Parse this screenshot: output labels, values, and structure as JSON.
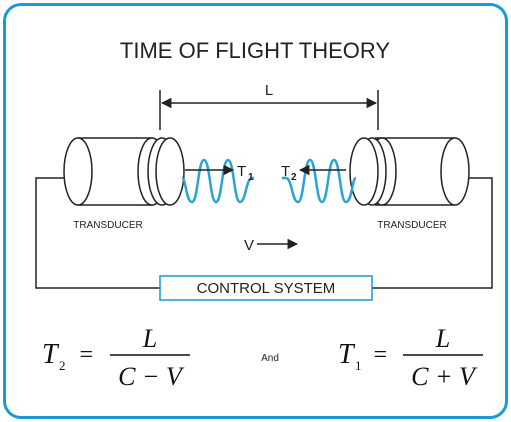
{
  "title": "TIME OF FLIGHT THEORY",
  "distance_label": "L",
  "transducer_left": "TRANSDUCER",
  "transducer_right": "TRANSDUCER",
  "t1_label": "T",
  "t1_sub": "1",
  "t2_label": "T",
  "t2_sub": "2",
  "velocity_label": "V",
  "control_system": "CONTROL SYSTEM",
  "formula_left": {
    "lhs": "T",
    "lhs_sub": "2",
    "equals": "=",
    "numerator": "L",
    "denominator": "C − V"
  },
  "and_label": "And",
  "formula_right": {
    "lhs": "T",
    "lhs_sub": "1",
    "equals": "=",
    "numerator": "L",
    "denominator": "C + V"
  },
  "colors": {
    "border": "#1a9ad6",
    "wave": "#2aa4d6",
    "control_box": "#1a9ad6",
    "line": "#222222"
  }
}
